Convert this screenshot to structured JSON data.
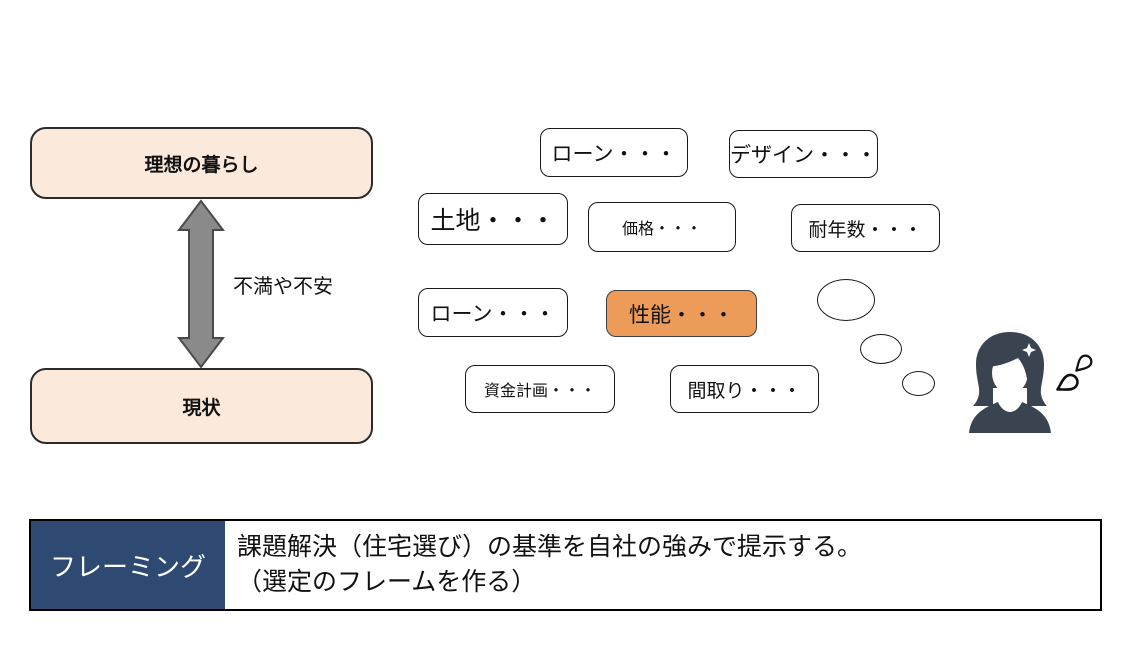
{
  "colors": {
    "peach": "#FBE9DB",
    "orange": "#EC9B58",
    "navy": "#2E4A73",
    "arrow_gray": "#8A8A8A",
    "person_dark": "#3A4350"
  },
  "left_flow": {
    "ideal_label": "理想の暮らし",
    "current_label": "現状",
    "gap_label": "不満や不安"
  },
  "concern_bubbles": [
    {
      "id": "loan-top",
      "label": "ローン・・・",
      "highlight": false
    },
    {
      "id": "design",
      "label": "デザイン・・・",
      "highlight": false
    },
    {
      "id": "land",
      "label": "土地・・・",
      "highlight": false
    },
    {
      "id": "price",
      "label": "価格・・・",
      "highlight": false
    },
    {
      "id": "durability",
      "label": "耐年数・・・",
      "highlight": false
    },
    {
      "id": "loan-mid",
      "label": "ローン・・・",
      "highlight": false
    },
    {
      "id": "performance",
      "label": "性能・・・",
      "highlight": true
    },
    {
      "id": "funding-plan",
      "label": "資金計画・・・",
      "highlight": false
    },
    {
      "id": "floor-plan",
      "label": "間取り・・・",
      "highlight": false
    }
  ],
  "thought_trail": {
    "bubble_count": 3
  },
  "person": {
    "icon": "woman-face-icon",
    "sweat_icon": "sweat-drops-icon"
  },
  "framing_bar": {
    "title": "フレーミング",
    "line1": "課題解決（住宅選び）の基準を自社の強みで提示する。",
    "line2": "（選定のフレームを作る）"
  }
}
